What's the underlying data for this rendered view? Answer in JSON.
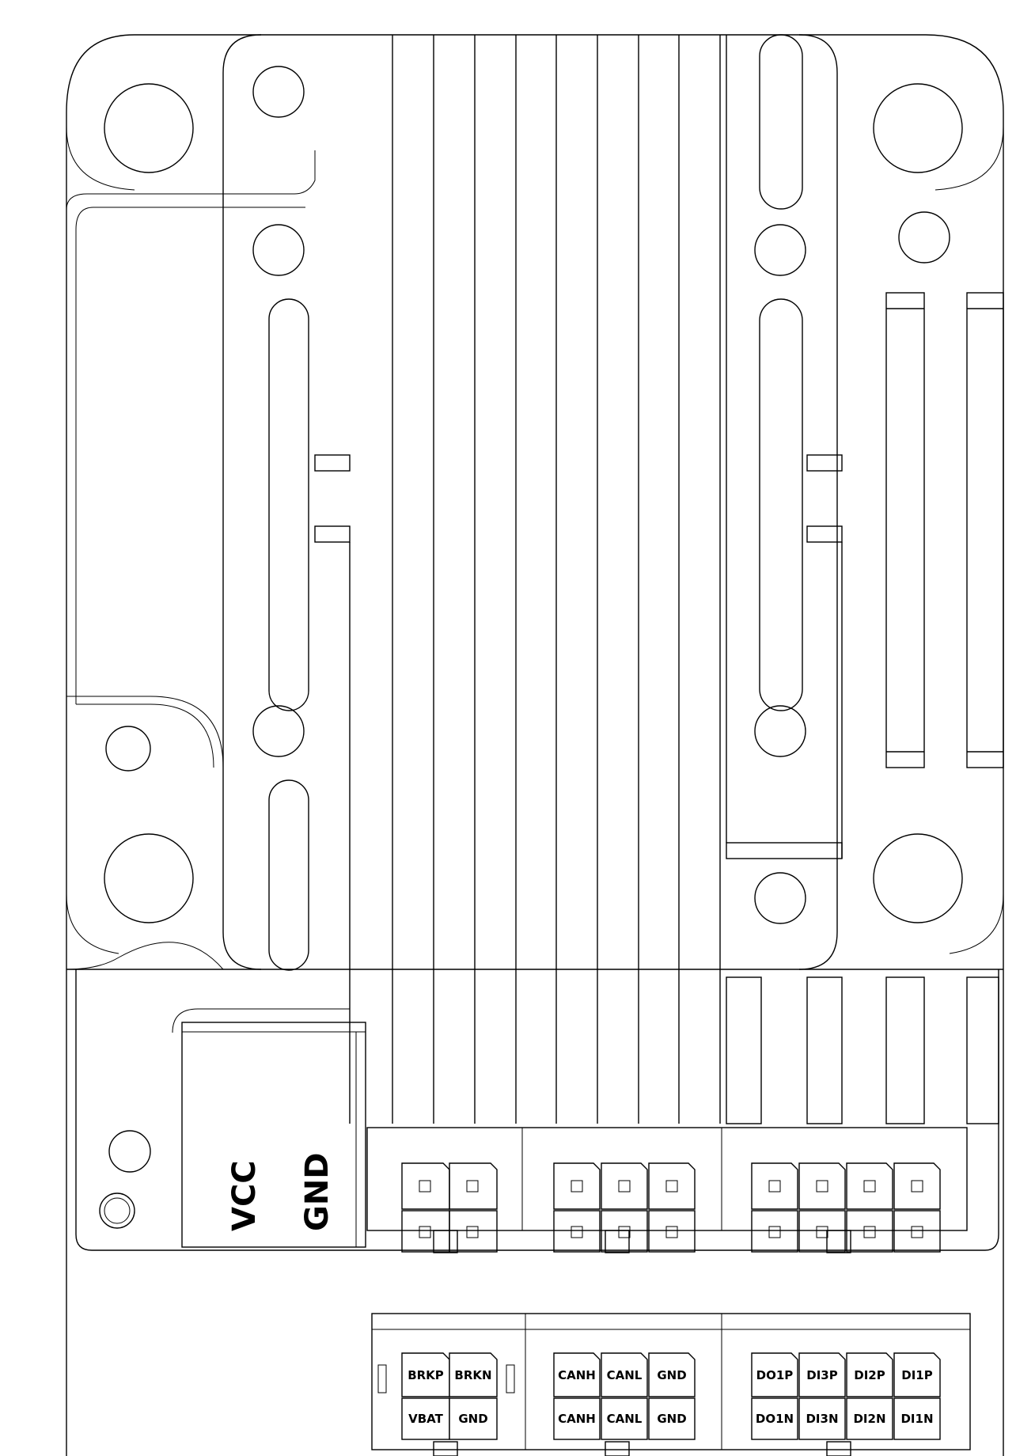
{
  "power_terminal": {
    "vcc_label": "VCC",
    "gnd_label": "GND"
  },
  "connector_pinout": {
    "connector_1": [
      "BRKP",
      "BRKN",
      "VBAT",
      "GND"
    ],
    "connector_2": [
      "CANH",
      "CANL",
      "GND",
      "CANH",
      "CANL",
      "GND"
    ],
    "connector_3": [
      "DO1P",
      "DI3P",
      "DI2P",
      "DI1P",
      "DO1N",
      "DI3N",
      "DI2N",
      "DI1N"
    ]
  },
  "colors": {
    "stroke": "#000000",
    "background": "#ffffff"
  }
}
